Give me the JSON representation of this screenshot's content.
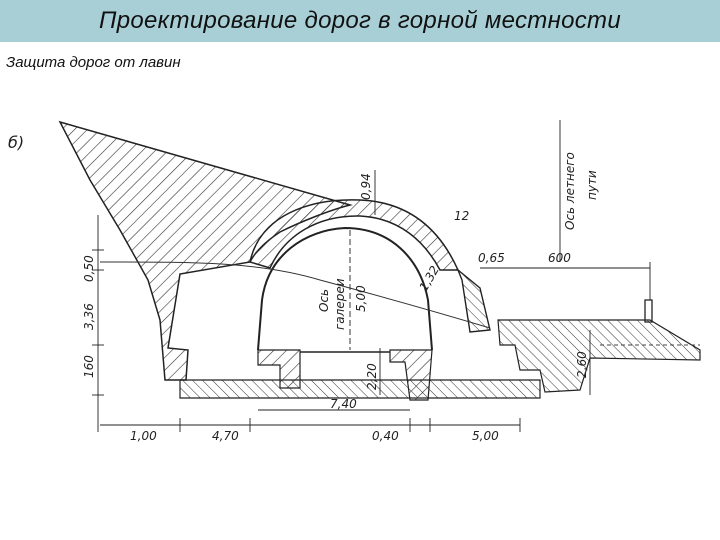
{
  "slide": {
    "title": "Проектирование дорог в горной местности",
    "subtitle": "Защита дорог от лавин"
  },
  "diagram": {
    "panel_label": "б)",
    "dims": {
      "d_094": "0,94",
      "d_12": "12",
      "d_065": "0,65",
      "d_600": "600",
      "d_050": "0,50",
      "d_336": "3,36",
      "d_160": "160",
      "d_500_gal": "5,00",
      "d_132": "1,32",
      "d_220": "2,20",
      "d_260": "2,60",
      "d_740": "7,40",
      "d_100": "1,00",
      "d_470": "4,70",
      "d_040": "0,40",
      "d_500": "5,00"
    },
    "labels": {
      "gallery_axis_1": "Ось",
      "gallery_axis_2": "галереи",
      "summer_road_axis_1": "Ось летнего",
      "summer_road_axis_2": "пути"
    }
  }
}
